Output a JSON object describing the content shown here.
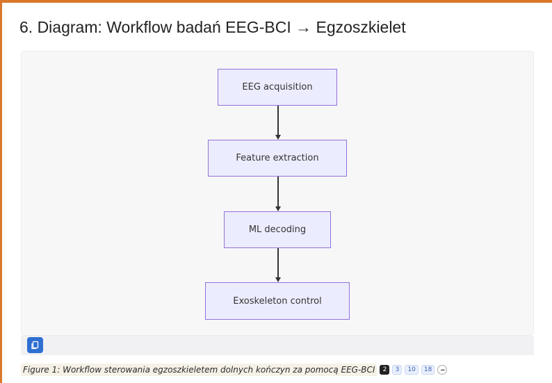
{
  "section": {
    "heading": "6. Diagram: Workflow badań EEG-BCI → Egzoszkielet"
  },
  "diagram": {
    "nodes": [
      {
        "id": "eeg",
        "label": "EEG acquisition"
      },
      {
        "id": "features",
        "label": "Feature extraction"
      },
      {
        "id": "ml",
        "label": "ML decoding"
      },
      {
        "id": "exo",
        "label": "Exoskeleton control"
      }
    ],
    "edges": [
      {
        "from": "eeg",
        "to": "features"
      },
      {
        "from": "features",
        "to": "ml"
      },
      {
        "from": "ml",
        "to": "exo"
      }
    ],
    "node_fill": "#ececff",
    "node_border": "#9370db"
  },
  "toolbar": {
    "copy_icon": "copy-icon"
  },
  "caption": {
    "text": "Figure 1: Workflow sterowania egzoszkieletem dolnych kończyn za pomocą EEG-BCI",
    "citations": [
      "2",
      "3",
      "10",
      "18"
    ],
    "more_icon": "ellipsis-icon"
  },
  "colors": {
    "accent_frame": "#d9782b",
    "button_blue": "#2f6fd1"
  }
}
